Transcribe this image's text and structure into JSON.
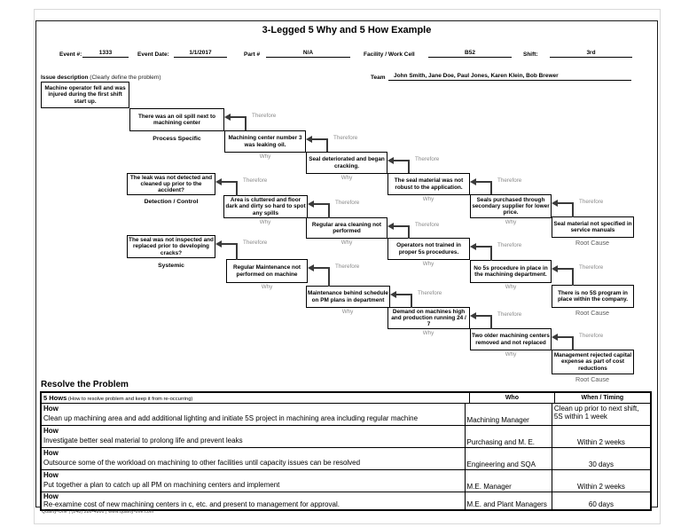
{
  "page": {
    "title": "3-Legged 5 Why and 5 How Example",
    "footer": "Quality-One | (248) 280-4800 | www.quality-one.com"
  },
  "form": {
    "event_label": "Event #:",
    "event_value": "1333",
    "date_label": "Event Date:",
    "date_value": "1/1/2017",
    "part_label": "Part #",
    "part_value": "N/A",
    "facility_label": "Facility / Work Cell",
    "facility_value": "B52",
    "shift_label": "Shift:",
    "shift_value": "3rd",
    "issue_label": "Issue description",
    "issue_hint": " (Clearly define the problem)",
    "team_label": "Team",
    "team_value": "John Smith, Jane Doe, Paul Jones, Karen Klein, Bob Brewer",
    "issue_text": "Machine operator fell and was injured during the first shift start up."
  },
  "diagram": {
    "therefore": "Therefore",
    "why": "Why",
    "root_cause": "Root Cause",
    "legs": [
      {
        "name": "Process Specific",
        "steps": [
          "There was an oil spill next to machining center",
          "Machining center number 3 was leaking oil.",
          "Seal deteriorated and began cracking.",
          "The seal material was not robust to the application.",
          "Seals purchased through secondary supplier for lower price.",
          "Seal material not specified in service manuals"
        ]
      },
      {
        "name": "Detection / Control",
        "steps": [
          "The leak was not detected and cleaned up prior to the accident?",
          "Area is cluttered and floor dark and dirty so hard to spot any spills",
          "Regular area cleaning not performed",
          "Operators not trained in proper 5s procedures.",
          "No 5s procedure in place in the machining department.",
          "There is no 5S program in place within the company."
        ]
      },
      {
        "name": "Systemic",
        "steps": [
          "The seal was not inspected and replaced prior to developing cracks?",
          "Regular Maintenance not performed on machine",
          "Maintenance behind schedule on PM plans in department",
          "Demand on machines high and production running 24 / 7",
          "Two older machining centers removed and not replaced",
          "Management rejected capital expense as part of cost reductions"
        ]
      }
    ]
  },
  "resolve": {
    "heading": "Resolve the Problem",
    "hows_header": "5 Hows",
    "hows_hint": " (How to resolve problem and keep it from re-occurring)",
    "who_header": "Who",
    "when_header": "When / Timing",
    "how_label": "How",
    "rows": [
      {
        "action": "Clean up machining area and add additional lighting and initiate 5S project in machining area including regular machine",
        "who": "Machining Manager",
        "when": "Clean up prior to next shift, 5S within 1 week"
      },
      {
        "action": "Investigate better seal material to prolong life and prevent leaks",
        "who": "Purchasing and M. E.",
        "when": "Within 2 weeks"
      },
      {
        "action": "Outsource some of the workload on machining to other facilities until capacity issues can be resolved",
        "who": "Engineering and SQA",
        "when": "30 days"
      },
      {
        "action": "Put together a plan to catch up all PM on machining centers and implement",
        "who": "M.E. Manager",
        "when": "Within 2 weeks"
      },
      {
        "action": "Re-examine cost of new machining centers in c, etc. and present to management for approval.",
        "who": "M.E. and Plant Managers",
        "when": "60 days"
      }
    ]
  }
}
